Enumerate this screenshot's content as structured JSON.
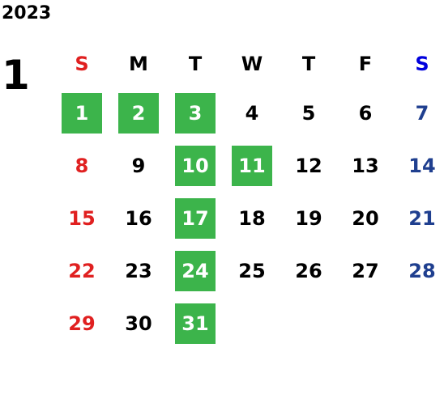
{
  "calendar": {
    "year": "2023",
    "month": "1",
    "weekdays": [
      "S",
      "M",
      "T",
      "W",
      "T",
      "F",
      "S"
    ],
    "highlight_color": "#3cb44b",
    "sunday_color": "#e02020",
    "saturday_header_color": "#0000dd",
    "saturday_color": "#1f3f8f",
    "first_weekday_index": 0,
    "days": [
      {
        "d": "1",
        "hl": true
      },
      {
        "d": "2",
        "hl": true
      },
      {
        "d": "3",
        "hl": true
      },
      {
        "d": "4",
        "hl": false
      },
      {
        "d": "5",
        "hl": false
      },
      {
        "d": "6",
        "hl": false
      },
      {
        "d": "7",
        "hl": false
      },
      {
        "d": "8",
        "hl": false
      },
      {
        "d": "9",
        "hl": false
      },
      {
        "d": "10",
        "hl": true
      },
      {
        "d": "11",
        "hl": true
      },
      {
        "d": "12",
        "hl": false
      },
      {
        "d": "13",
        "hl": false
      },
      {
        "d": "14",
        "hl": false
      },
      {
        "d": "15",
        "hl": false
      },
      {
        "d": "16",
        "hl": false
      },
      {
        "d": "17",
        "hl": true
      },
      {
        "d": "18",
        "hl": false
      },
      {
        "d": "19",
        "hl": false
      },
      {
        "d": "20",
        "hl": false
      },
      {
        "d": "21",
        "hl": false
      },
      {
        "d": "22",
        "hl": false
      },
      {
        "d": "23",
        "hl": false
      },
      {
        "d": "24",
        "hl": true
      },
      {
        "d": "25",
        "hl": false
      },
      {
        "d": "26",
        "hl": false
      },
      {
        "d": "27",
        "hl": false
      },
      {
        "d": "28",
        "hl": false
      },
      {
        "d": "29",
        "hl": false
      },
      {
        "d": "30",
        "hl": false
      },
      {
        "d": "31",
        "hl": true
      }
    ]
  }
}
